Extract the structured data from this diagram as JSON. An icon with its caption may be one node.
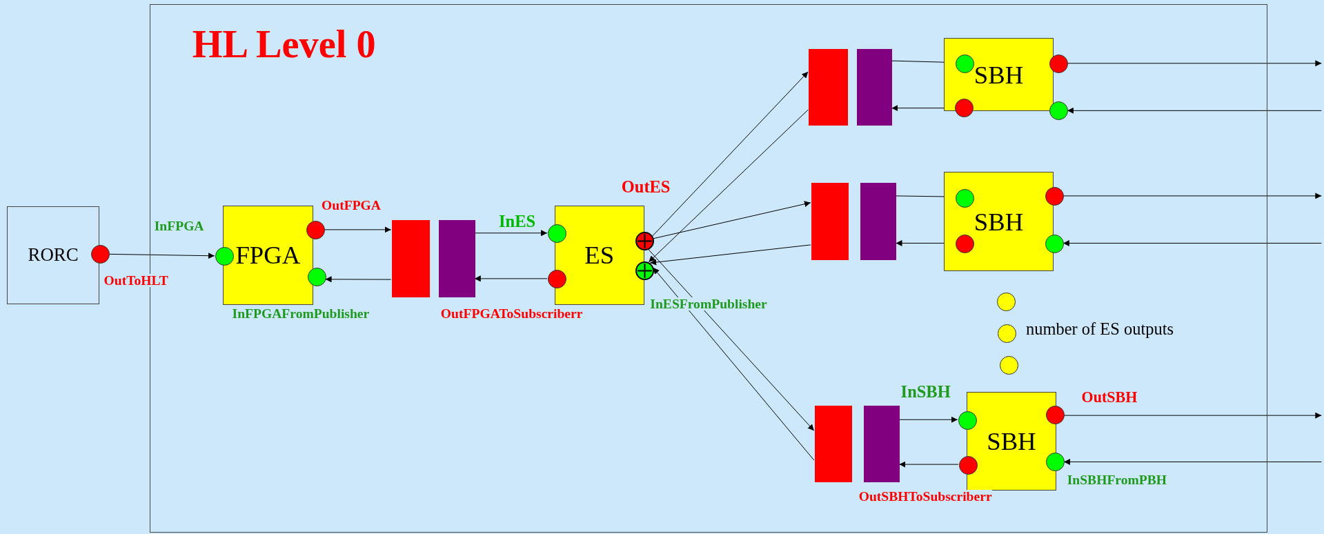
{
  "diagram": {
    "nodes": [
      {
        "text": [
          "HL Level 0"
        ]
      },
      {
        "text": [
          "RORC"
        ]
      },
      {
        "text": [],
        "shape": "circle"
      },
      {
        "text": [
          "FPGA"
        ],
        "in": 0
      },
      {
        "text": [],
        "shape": "circle",
        "beside": [
          "InFPGA"
        ],
        "in": 0
      },
      {
        "text": [],
        "shape": "circle",
        "beside": [
          "OutFPGA"
        ],
        "in": 0
      },
      {
        "text": [],
        "shape": "circle",
        "in": 0
      },
      {
        "text": [],
        "shape": "bar",
        "in": 0
      },
      {
        "text": [],
        "shape": "bar",
        "in": 0
      },
      {
        "text": [
          "ES"
        ],
        "in": 0
      },
      {
        "text": [],
        "shape": "circle",
        "beside": [
          "InES"
        ],
        "in": 0
      },
      {
        "text": [],
        "shape": "circle",
        "in": 0
      },
      {
        "text": [],
        "shape": "circle",
        "in": 0
      },
      {
        "text": [],
        "shape": "circle",
        "in": 0
      },
      {
        "text": [],
        "shape": "bar",
        "in": 0
      },
      {
        "text": [],
        "shape": "bar",
        "in": 0
      },
      {
        "text": [
          "SBH"
        ],
        "in": 0
      },
      {
        "text": [],
        "shape": "circle",
        "in": 16
      },
      {
        "text": [],
        "shape": "circle",
        "in": 0
      },
      {
        "text": [],
        "shape": "circle",
        "in": 0
      },
      {
        "text": [],
        "shape": "circle",
        "in": 0
      },
      {
        "text": [],
        "shape": "bar",
        "in": 0
      },
      {
        "text": [],
        "shape": "bar",
        "in": 0
      },
      {
        "text": [
          "SBH"
        ],
        "in": 0
      },
      {
        "text": [],
        "shape": "circle",
        "in": 23
      },
      {
        "text": [],
        "shape": "circle",
        "in": 23
      },
      {
        "text": [],
        "shape": "circle",
        "in": 0
      },
      {
        "text": [],
        "shape": "circle",
        "in": 0
      },
      {
        "text": [],
        "shape": "circle",
        "in": 0
      },
      {
        "text": [],
        "shape": "circle",
        "in": 0
      },
      {
        "text": [],
        "shape": "circle",
        "in": 0
      },
      {
        "text": [],
        "shape": "bar",
        "in": 0
      },
      {
        "text": [],
        "shape": "bar",
        "in": 0
      },
      {
        "text": [
          "SBH"
        ],
        "in": 0
      },
      {
        "text": [],
        "shape": "circle",
        "beside": [
          "InSBH"
        ],
        "in": 0
      },
      {
        "text": [],
        "shape": "circle",
        "in": 0
      },
      {
        "text": [],
        "shape": "circle",
        "beside": [
          "OutSBH"
        ],
        "in": 0
      },
      {
        "text": [],
        "shape": "circle",
        "beside": [
          "InSBHFromPBH"
        ],
        "in": 0
      }
    ],
    "edges": [
      {
        "from": 2,
        "to": 4,
        "arrow": "to"
      },
      {
        "from": 5,
        "to": 7,
        "arrow": "to"
      },
      {
        "from": 7,
        "to": 6,
        "arrow": "to"
      },
      {
        "from": 8,
        "to": 10,
        "arrow": "to"
      },
      {
        "from": 11,
        "to": 8,
        "arrow": "to"
      },
      {
        "from": 12,
        "to": 14,
        "arrow": "to"
      },
      {
        "from": 14,
        "to": 13,
        "arrow": "to"
      },
      {
        "from": 12,
        "to": 21,
        "arrow": "to"
      },
      {
        "from": 21,
        "to": 13,
        "arrow": "to"
      },
      {
        "from": 12,
        "to": 31,
        "arrow": "to"
      },
      {
        "from": 31,
        "to": 13,
        "arrow": "to"
      },
      {
        "from": 15,
        "to": 17,
        "arrow": "to"
      },
      {
        "from": 18,
        "to": 15,
        "arrow": "to"
      },
      {
        "from": 19,
        "to": null,
        "arrow": "to"
      },
      {
        "from": null,
        "to": 20,
        "arrow": "to"
      },
      {
        "from": 22,
        "to": 24,
        "arrow": "to"
      },
      {
        "from": 25,
        "to": 22,
        "arrow": "to"
      },
      {
        "from": 26,
        "to": null,
        "arrow": "to"
      },
      {
        "from": null,
        "to": 27,
        "arrow": "to"
      },
      {
        "from": 32,
        "to": 34,
        "arrow": "to"
      },
      {
        "from": 35,
        "to": 32,
        "arrow": "to"
      },
      {
        "from": 36,
        "to": null,
        "arrow": "to"
      },
      {
        "from": null,
        "to": 37,
        "arrow": "to"
      }
    ],
    "labels": [
      "OutES",
      "OutToHLT",
      "InESFromPublisher",
      "InFPGAFromPublisher",
      "OutFPGAToSubscriberr",
      "number of ES outputs",
      "OutSBHToSubscriberr"
    ]
  }
}
